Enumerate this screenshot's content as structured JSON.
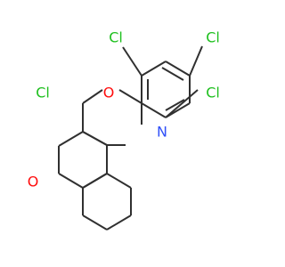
{
  "molecule": {
    "colors": {
      "bond": "#303030",
      "chlorine": "#1fc01f",
      "oxygen": "#ff0d0d",
      "nitrogen": "#3050f8",
      "background": "#ffffff"
    },
    "atoms": {
      "cl_top_left": "Cl",
      "cl_top_right": "Cl",
      "cl_right": "Cl",
      "cl_left": "Cl",
      "ring_oxygen": "O",
      "ring_nitrogen": "N",
      "carbonyl_oxygen": "O"
    }
  }
}
